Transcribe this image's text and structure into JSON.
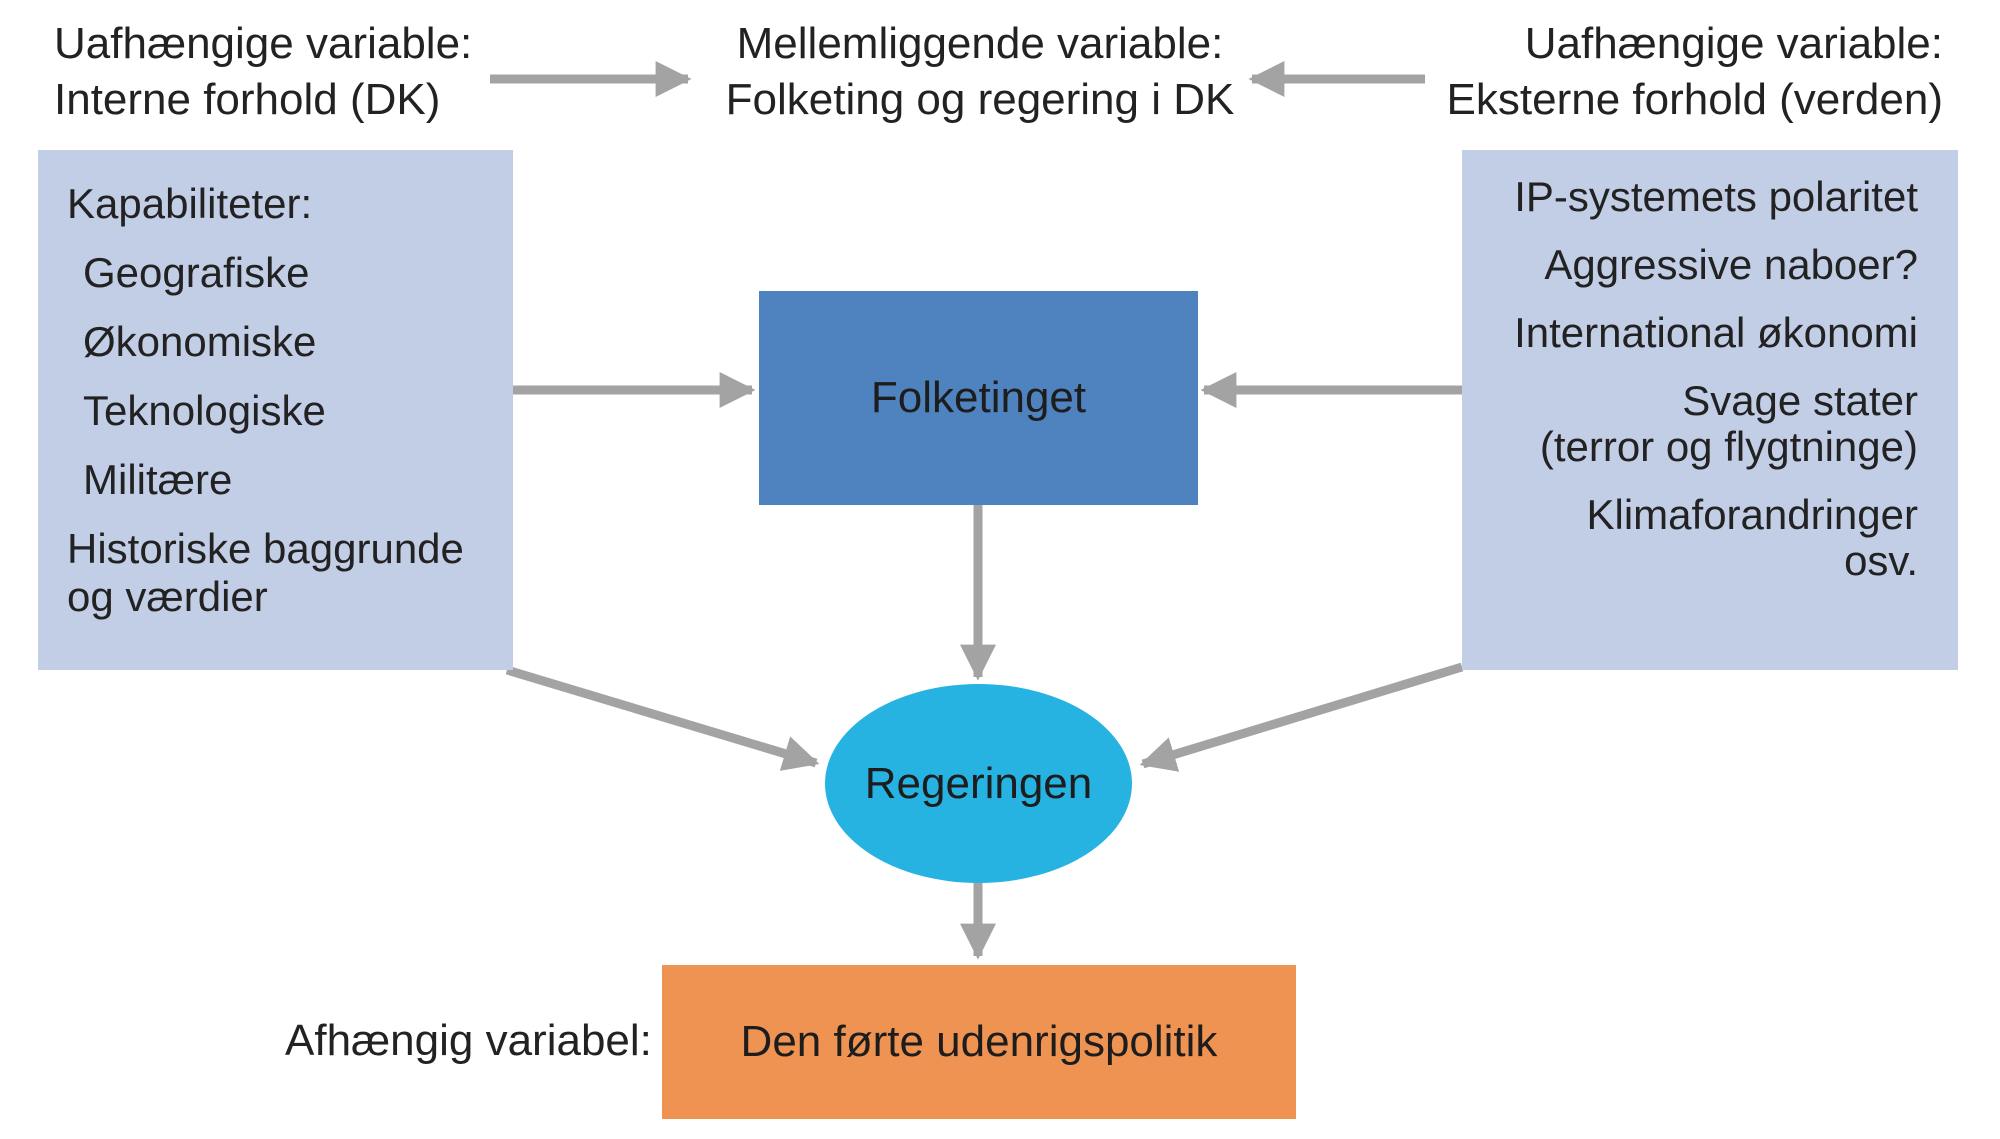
{
  "headers": {
    "internal": {
      "line1": "Uafhængige variable:",
      "line2": "Interne forhold (DK)"
    },
    "intervening": {
      "line1": "Mellemliggende variable:",
      "line2": "Folketing og regering i DK"
    },
    "external": {
      "line1": "Uafhængige variable:",
      "line2": "Eksterne forhold (verden)"
    }
  },
  "internal_factors": {
    "heading": "Kapabiliteter:",
    "items": [
      "Geografiske",
      "Økonomiske",
      "Teknologiske",
      "Militære"
    ],
    "history_line1": "Historiske baggrunde",
    "history_line2": "og værdier"
  },
  "external_factors": {
    "items": [
      "IP-systemets polaritet",
      "Aggressive naboer?",
      "International økonomi"
    ],
    "weak_states_line1": "Svage stater",
    "weak_states_line2": "(terror og flygtninge)",
    "climate_line1": "Klimaforandringer",
    "climate_line2": "osv."
  },
  "nodes": {
    "parliament": "Folketinget",
    "government": "Regeringen",
    "outcome": "Den førte udenrigspolitik"
  },
  "dependent_label": "Afhængig variabel:",
  "colors": {
    "factor_box": "#c2cde6",
    "parliament": "#4e83bf",
    "government": "#26b3e2",
    "outcome": "#ef9352",
    "arrow": "#a3a3a3"
  }
}
